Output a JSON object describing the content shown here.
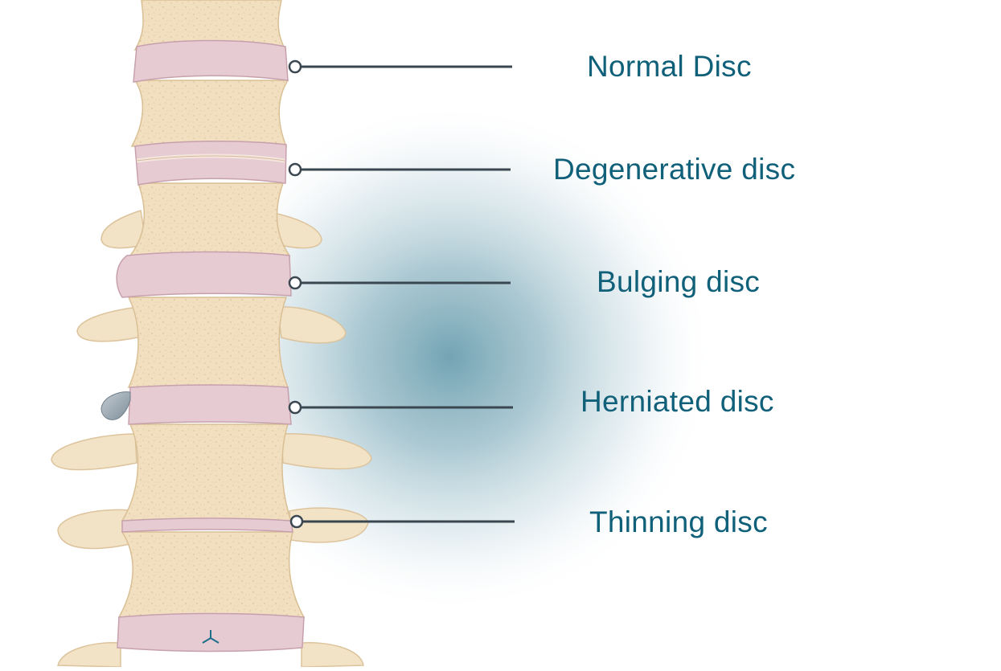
{
  "diagram": {
    "colors": {
      "label_text": "#10607a",
      "leader_line": "#3a4750",
      "bone_fill": "#f1dfc0",
      "bone_edge": "#d9bf94",
      "disc_fill": "#e6cbd3",
      "disc_edge": "#c7a0ad",
      "glow_center": "#6c9fb0",
      "herniation": "#9aa8b3"
    },
    "labels": [
      {
        "text": "Normal Disc",
        "marker": "marker-normal-disc"
      },
      {
        "text": "Degenerative disc",
        "marker": "marker-degenerative-disc"
      },
      {
        "text": "Bulging disc",
        "marker": "marker-bulging-disc"
      },
      {
        "text": "Herniated disc",
        "marker": "marker-herniated-disc"
      },
      {
        "text": "Thinning disc",
        "marker": "marker-thinning-disc"
      }
    ]
  }
}
